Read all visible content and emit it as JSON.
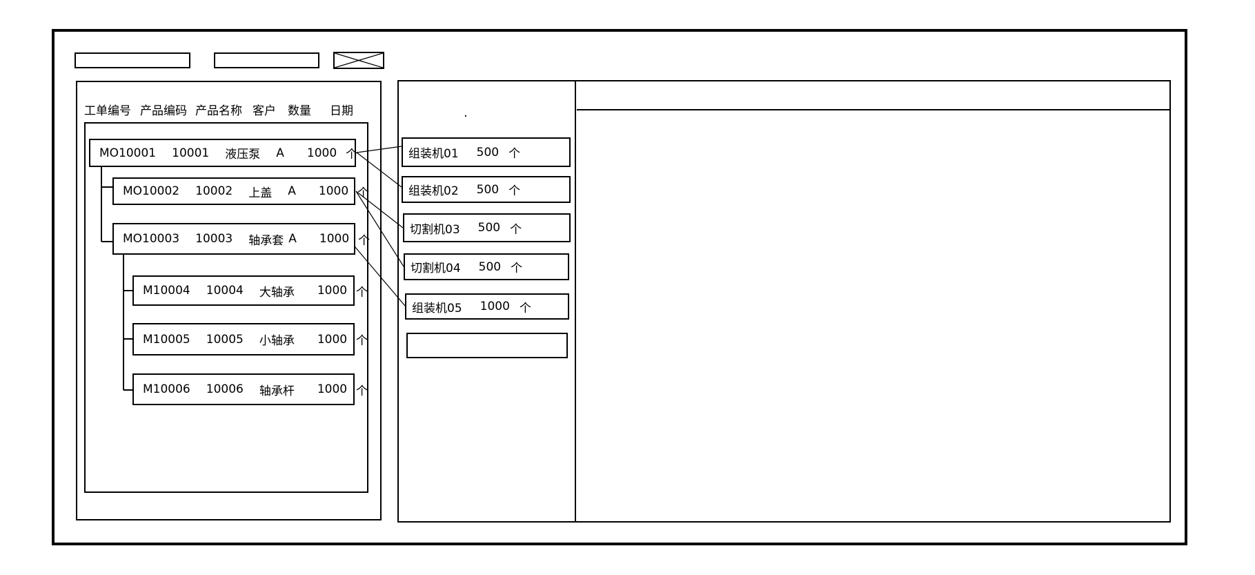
{
  "toolbar": {
    "field1_value": "",
    "field2_value": "",
    "icons": {
      "image_placeholder": "crossed-box-icon"
    }
  },
  "orders_panel": {
    "columns": [
      "工单编号",
      "产品编码",
      "产品名称",
      "客户",
      "数量",
      "日期"
    ],
    "orders": [
      {
        "order_no": "MO10001",
        "product_code": "10001",
        "product_name": "液压泵",
        "customer": "A",
        "qty": "1000",
        "unit": "个"
      },
      {
        "order_no": "MO10002",
        "product_code": "10002",
        "product_name": "上盖",
        "customer": "A",
        "qty": "1000",
        "unit": "个"
      },
      {
        "order_no": "MO10003",
        "product_code": "10003",
        "product_name": "轴承套",
        "customer": "A",
        "qty": "1000",
        "unit": "个"
      },
      {
        "order_no": "M10004",
        "product_code": "10004",
        "product_name": "大轴承",
        "qty": "1000",
        "unit": "个"
      },
      {
        "order_no": "M10005",
        "product_code": "10005",
        "product_name": "小轴承",
        "qty": "1000",
        "unit": "个"
      },
      {
        "order_no": "M10006",
        "product_code": "10006",
        "product_name": "轴承杆",
        "qty": "1000",
        "unit": "个"
      }
    ]
  },
  "machines_panel": {
    "mark": ".",
    "machines": [
      {
        "name": "组装机01",
        "qty": "500",
        "unit": "个"
      },
      {
        "name": "组装机02",
        "qty": "500",
        "unit": "个"
      },
      {
        "name": "切割机03",
        "qty": "500",
        "unit": "个"
      },
      {
        "name": "切割机04",
        "qty": "500",
        "unit": "个"
      },
      {
        "name": "组装机05",
        "qty": "1000",
        "unit": "个"
      }
    ],
    "empty_slot": ""
  },
  "colors": {
    "line": "#000000",
    "background": "#ffffff"
  }
}
